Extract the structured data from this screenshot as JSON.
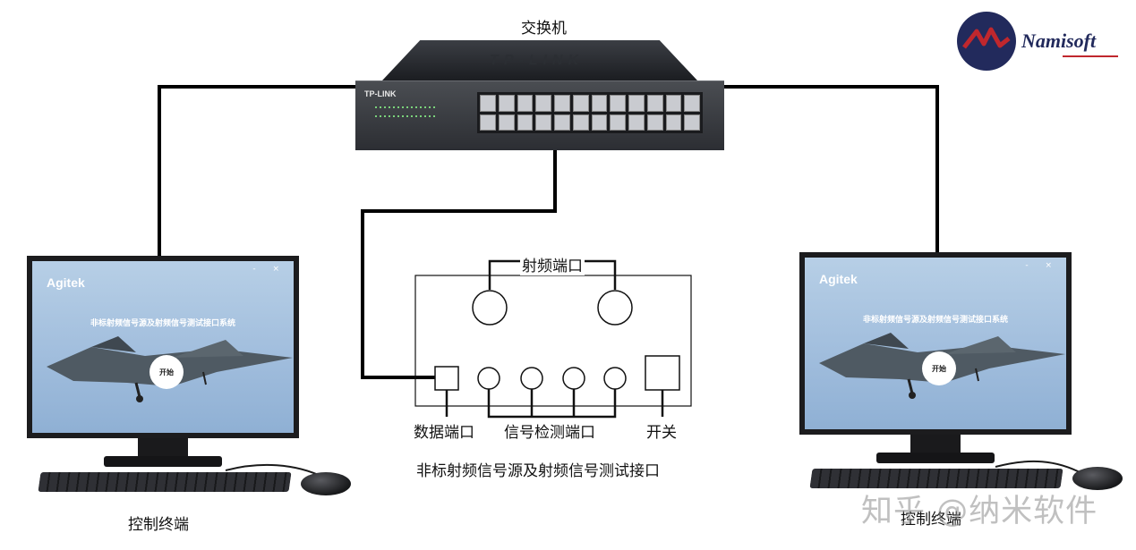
{
  "diagram": {
    "switch_label": "交换机",
    "switch_brand": "TP-LINK",
    "left_terminal_label": "控制终端",
    "right_terminal_label": "控制终端",
    "device_title": "非标射频信号源及射频信号测试接口",
    "rf_port_label": "射频端口",
    "data_port_label": "数据端口",
    "signal_port_label": "信号检测端口",
    "switch_button_label": "开关"
  },
  "monitor_app": {
    "title": "Agitek",
    "system_name": "非标射频信号源及射频信号测试接口系统",
    "start_button": "开始",
    "window_controls": "- ×"
  },
  "logo": {
    "text": "Namisoft"
  },
  "watermark": {
    "text": "知乎 @纳米软件"
  },
  "colors": {
    "line": "#000000",
    "logo_navy": "#222a5c",
    "logo_red": "#c0272d",
    "screen_sky": "#a8c4e0"
  }
}
